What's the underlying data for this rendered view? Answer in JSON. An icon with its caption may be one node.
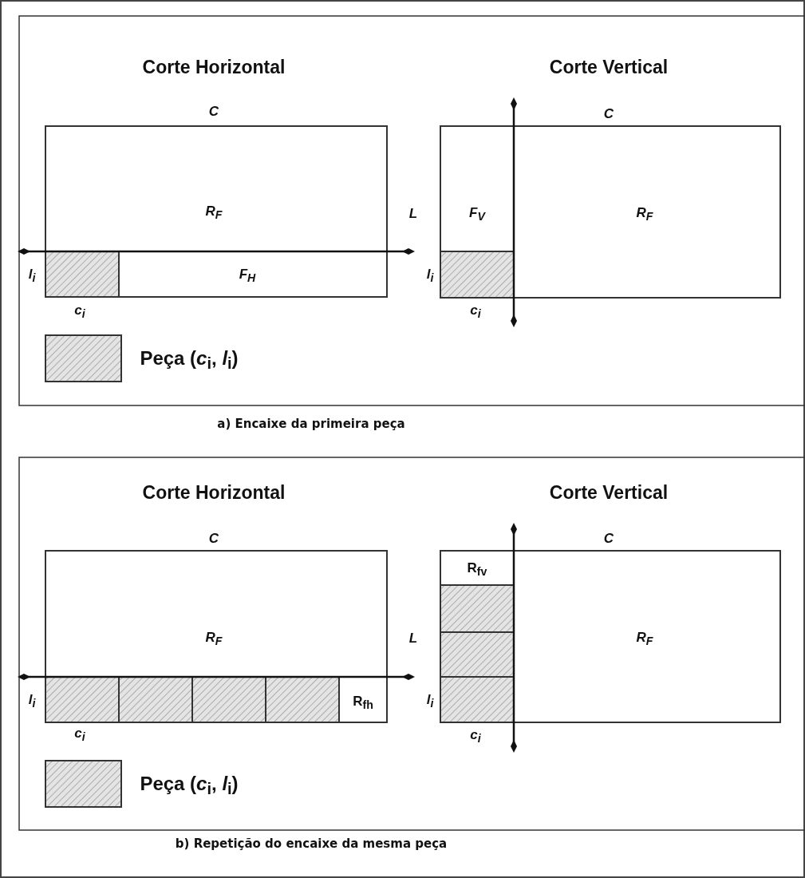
{
  "diagram": {
    "labels": [
      "Corte Horizontal",
      "Corte Vertical",
      "C",
      "C",
      "R$_{F}$",
      "L",
      "F$_{V}$",
      "R$_{F}$",
      "l$_{i}$",
      "F$_{H}$",
      "l$_{i}$",
      "c$_{i}$",
      "c$_{i}$",
      "a) Encaixe da primeira peça",
      "Corte Horizontal",
      "Corte Vertical",
      "C",
      "C",
      "R$_{fv}$",
      "R$_{F}$",
      "L",
      "R$_{F}$",
      "l$_{i}$",
      "R$_{fh}$",
      "l$_{i}$",
      "c$_{i}$",
      "c$_{i}$",
      "b) Repetição do encaixe da mesma peça"
    ],
    "legend": [
      {
        "text": "Peça (*c*$_{i}$, *l*$_{i}$)"
      },
      {
        "text": "Peça (*c*$_{i}$, *l*$_{i}$)"
      }
    ]
  }
}
